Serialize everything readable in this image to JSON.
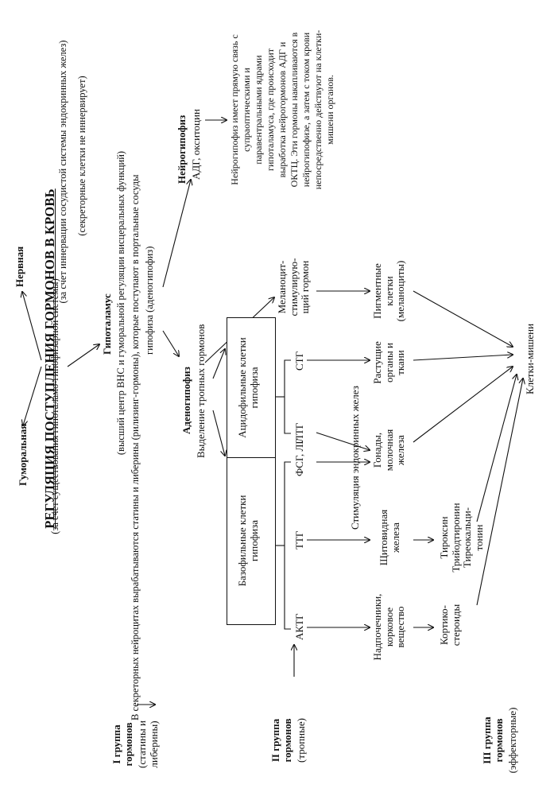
{
  "title": "РЕГУЛЯЦИЯ ПОСТУПЛЕНИЯ ГОРМОНОВ В КРОВЬ",
  "nervous": {
    "name": "Нервная",
    "line1": "(за счет иннервации сосудистой системы эндокринных желез)",
    "line2": "(секреторные клетки не иннервирует)"
  },
  "humoral": {
    "name": "Гуморальная",
    "line1": "(за счет существования гипоталамо-гипофизарной системы)"
  },
  "hypothalamus": {
    "name": "Гипоталамус",
    "line1": "(высший центр ВНС и гуморальной регуляции висцеральных функций)",
    "line2": "В секреторных нейроцитах вырабатываются статины и либерины (рилизинг-гормоны), которые поступают в портальные сосуды",
    "line3": "гипофиза (аденогипофиз)"
  },
  "groups": {
    "g1": {
      "l1": "I группа",
      "l2": "гормонов",
      "l3": "(статины и",
      "l4": "либерины)"
    },
    "g2": {
      "l1": "II группа",
      "l2": "гормонов",
      "l3": "(тропные)"
    },
    "g3": {
      "l1": "III группа",
      "l2": "гормонов",
      "l3": "(эффекторные)"
    }
  },
  "adenohypophysis": {
    "name": "Аденогипофиз",
    "line1": "Выделение тропных гормонов"
  },
  "neurohypophysis": {
    "name": "Нейрогипофиз",
    "line1": "АДГ, окситоцин"
  },
  "neuro_text": [
    "Нейрогипофиз имеет прямую связь с",
    "супраоптическими и",
    "паравентральными ядрами",
    "гипоталамуса, где происходит",
    "выработка нейрогормонов АДГ и",
    "ОКТЦ. Эти гормоны накапливаются в",
    "нейрогипофизе, а затем с током крови",
    "непосредственно действуют на клетки-",
    "мишени органов."
  ],
  "basophil_box": {
    "l1": "Базофильные клетки",
    "l2": "гипофиза"
  },
  "acidophil_box": {
    "l1": "Ацидофильные клетки",
    "l2": "гипофиза"
  },
  "hormones": {
    "actg": "АКТГ",
    "ttg": "ТТГ",
    "fsg_lg": "ФСГ, ЛГ",
    "ltg": "ЛТГ",
    "stg": "СТГ",
    "msg": [
      "Меланоцит-",
      "стимулирую-",
      "щий гормон"
    ]
  },
  "stimulation": "Стимуляция эндокринных желез",
  "organs": {
    "adrenal": [
      "Надпочечники,",
      "корковое",
      "вещество"
    ],
    "thyroid": [
      "Щитовидная",
      "железа"
    ],
    "gonads": [
      "Гонады,",
      "молочная",
      "железа"
    ],
    "growing": [
      "Растущие",
      "органы и",
      "ткани"
    ],
    "pigment": [
      "Пигментные",
      "клетки",
      "(меланоциты)"
    ]
  },
  "effectors": {
    "cortico": [
      "Кортико-",
      "стероиды"
    ],
    "thyro": [
      "Тироксин",
      "Трийодтиронин",
      "Тиреокальци-",
      "тонин"
    ]
  },
  "target": "Клетки-мишени"
}
